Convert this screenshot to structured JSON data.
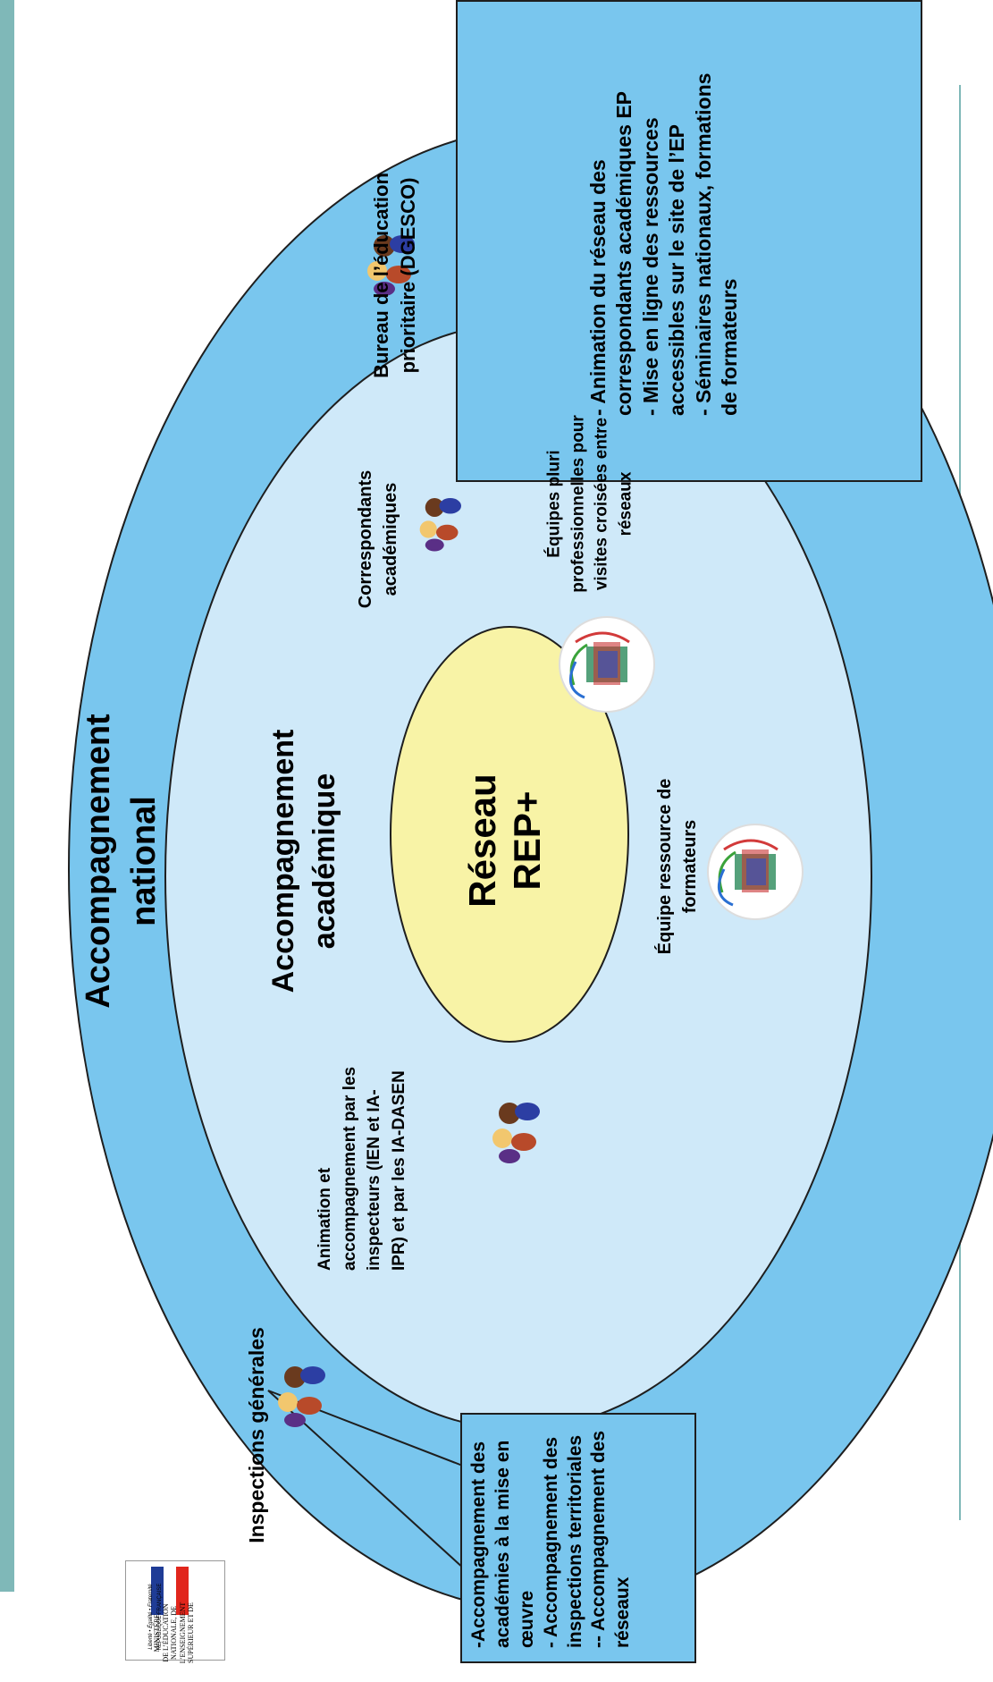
{
  "colors": {
    "outer_ring": "#79c6ee",
    "inner_ring": "#cfe9f9",
    "center": "#f8f3a6",
    "left_band": "#7fb8b8",
    "divider_line": "#7fb8b8"
  },
  "outer": {
    "title_line1": "Accompagnement",
    "title_line2": "national",
    "bureau_line1": "Bureau de l’éducation",
    "bureau_line2": "prioritaire (DGESCO)",
    "inspections_generales": "Inspections générales"
  },
  "inner": {
    "title_line1": "Accompagnement",
    "title_line2": "académique",
    "correspondants_line1": "Correspondants",
    "correspondants_line2": "académiques",
    "equipes_line1": "Équipes pluri",
    "equipes_line2": "professionnelles pour",
    "equipes_line3": "visites croisées entre",
    "equipes_line4": "réseaux",
    "ressource_line1": "Équipe ressource de",
    "ressource_line2": "formateurs",
    "animation_line1": "Animation et",
    "animation_line2": "accompagnement par les",
    "animation_line3": "inspecteurs (IEN et IA-",
    "animation_line4": "IPR) et par les IA-DASEN"
  },
  "center": {
    "line1": "Réseau",
    "line2": "REP+"
  },
  "callout_top": {
    "line1": "- Animation du réseau des",
    "line2": "correspondants académiques EP",
    "line3": "- Mise en ligne des ressources",
    "line4": "accessibles sur le site de l’EP",
    "line5": "- Séminaires nationaux, formations",
    "line6": "de formateurs"
  },
  "callout_bottom": {
    "line1": "-Accompagnement des",
    "line2": "académies à la mise en",
    "line3": "œuvre",
    "line4": "- Accompagnement des",
    "line5": "inspections territoriales",
    "line6": "-- Accompagnement des",
    "line7": "réseaux"
  },
  "logo": {
    "motto": "Liberté • Égalité • Fraternité",
    "republique": "RÉPUBLIQUE FRANÇAISE",
    "ministere_line1": "MINISTÈRE",
    "ministere_line2": "DE L’ÉDUCATION",
    "ministere_line3": "NATIONALE, DE",
    "ministere_line4": "L’ENSEIGNEMENT",
    "ministere_line5": "SUPÉRIEUR ET DE"
  },
  "icons": [
    "people-group-icon",
    "network-globe-icon",
    "marianne-logo"
  ]
}
